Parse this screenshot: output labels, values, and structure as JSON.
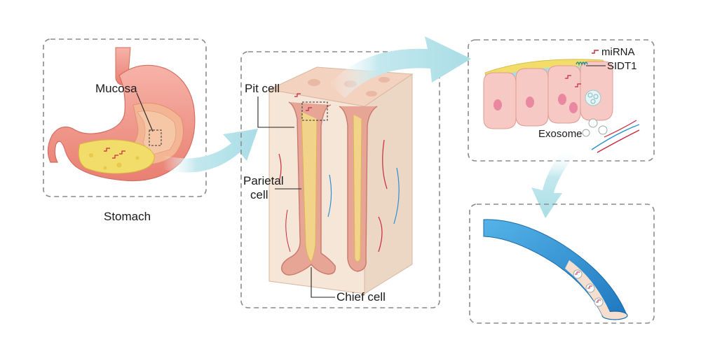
{
  "panels": {
    "stomach": {
      "caption": "Stomach",
      "label_mucosa": "Mucosa"
    },
    "gastric_gland": {
      "label_pit_cell": "Pit cell",
      "label_parietal_cell_line1": "Parietal",
      "label_parietal_cell_line2": "cell",
      "label_chief_cell": "Chief cell"
    },
    "epithelium": {
      "label_mirna": "miRNA",
      "label_sidt1": "SIDT1",
      "label_exosome": "Exosome"
    },
    "blood_vessel": {}
  },
  "colors": {
    "arrow": "#a9dde6",
    "panel_border": "#8c8c8c",
    "stomach_outer": "#f19a8f",
    "mucosa": "#f2b79a",
    "food": "#f2dc6a",
    "gland_tissue": "#f3e4d6",
    "gland_cells": "#e39c8f",
    "vessel_blue": "#2f8fd0",
    "mirna_red": "#c8283c"
  }
}
